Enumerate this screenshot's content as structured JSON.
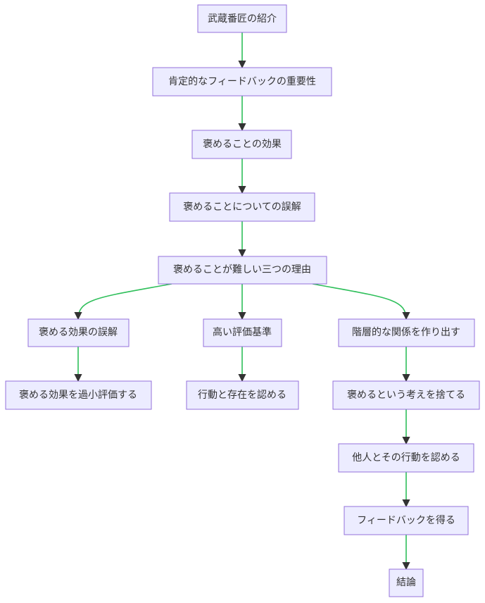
{
  "diagram": {
    "type": "flowchart",
    "nodes": {
      "n1": "武蔵番匠の紹介",
      "n2": "肯定的なフィードバックの重要性",
      "n3": "褒めることの効果",
      "n4": "褒めることについての誤解",
      "n5": "褒めることが難しい三つの理由",
      "n6": "褒める効果の誤解",
      "n7": "高い評価基準",
      "n8": "階層的な関係を作り出す",
      "n9": "褒める効果を過小評価する",
      "n10": "行動と存在を認める",
      "n11": "褒めるという考えを捨てる",
      "n12": "他人とその行動を認める",
      "n13": "フィードバックを得る",
      "n14": "結論"
    },
    "edges": [
      [
        "n1",
        "n2"
      ],
      [
        "n2",
        "n3"
      ],
      [
        "n3",
        "n4"
      ],
      [
        "n4",
        "n5"
      ],
      [
        "n5",
        "n6"
      ],
      [
        "n5",
        "n7"
      ],
      [
        "n5",
        "n8"
      ],
      [
        "n6",
        "n9"
      ],
      [
        "n7",
        "n10"
      ],
      [
        "n8",
        "n11"
      ],
      [
        "n11",
        "n12"
      ],
      [
        "n12",
        "n13"
      ],
      [
        "n13",
        "n14"
      ]
    ],
    "colors": {
      "node_fill": "#ececff",
      "node_border": "#9370db",
      "edge": "#2ebf5a",
      "arrowhead": "#333333",
      "text": "#333333"
    }
  }
}
